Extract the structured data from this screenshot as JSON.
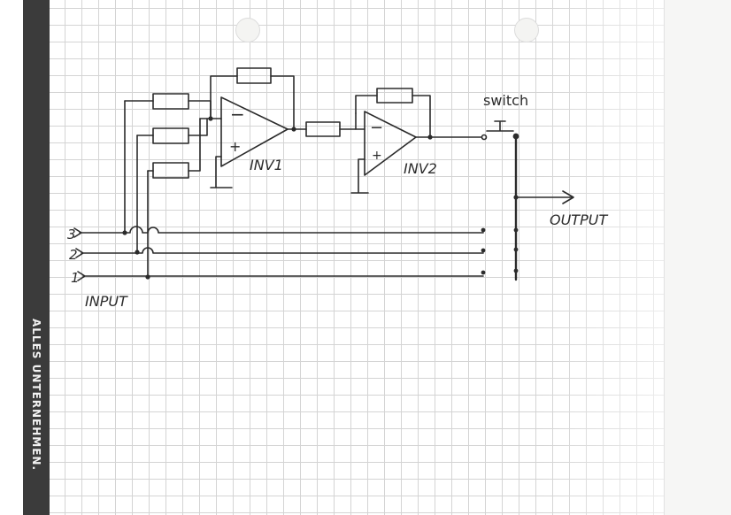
{
  "notebook": {
    "margin_text": "ALLES UNTERNEHMEN."
  },
  "circuit": {
    "opamps": [
      {
        "label": "INV1",
        "minus": "−",
        "plus": "+"
      },
      {
        "label": "INV2",
        "minus": "−",
        "plus": "+"
      }
    ],
    "switch_label": "switch",
    "output_label": "OUTPUT",
    "input_label": "INPUT",
    "inputs": [
      "3",
      "2",
      "1"
    ]
  },
  "colors": {
    "ink": "#2b2b2b",
    "grid": "#d4d4d4",
    "band": "#3b3b3b"
  }
}
